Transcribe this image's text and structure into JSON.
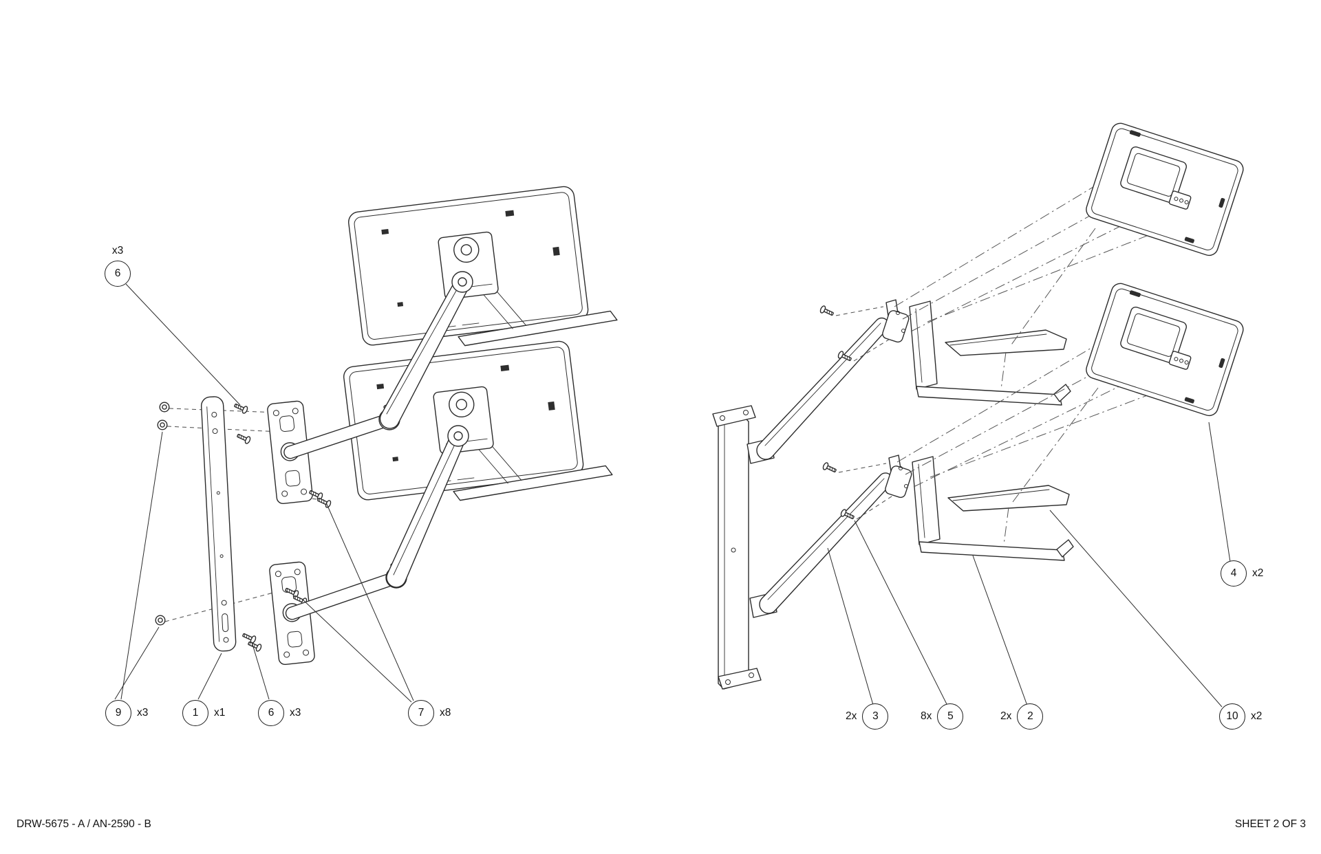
{
  "titleblock": {
    "doc_ref": "DRW-5675 - A / AN-2590 - B",
    "sheet": "SHEET 2 OF 3"
  },
  "colors": {
    "line": "#2b2b2b",
    "background": "#ffffff"
  },
  "callouts": {
    "c6_top": {
      "num": "6",
      "qty": "x3"
    },
    "c9": {
      "num": "9",
      "qty": "x3"
    },
    "c1": {
      "num": "1",
      "qty": "x1"
    },
    "c6_bottom": {
      "num": "6",
      "qty": "x3"
    },
    "c7": {
      "num": "7",
      "qty": "x8"
    },
    "c3": {
      "num": "3",
      "qty": "2x"
    },
    "c5": {
      "num": "5",
      "qty": "8x"
    },
    "c2": {
      "num": "2",
      "qty": "2x"
    },
    "c10": {
      "num": "10",
      "qty": "x2"
    },
    "c4": {
      "num": "4",
      "qty": "x2"
    }
  }
}
